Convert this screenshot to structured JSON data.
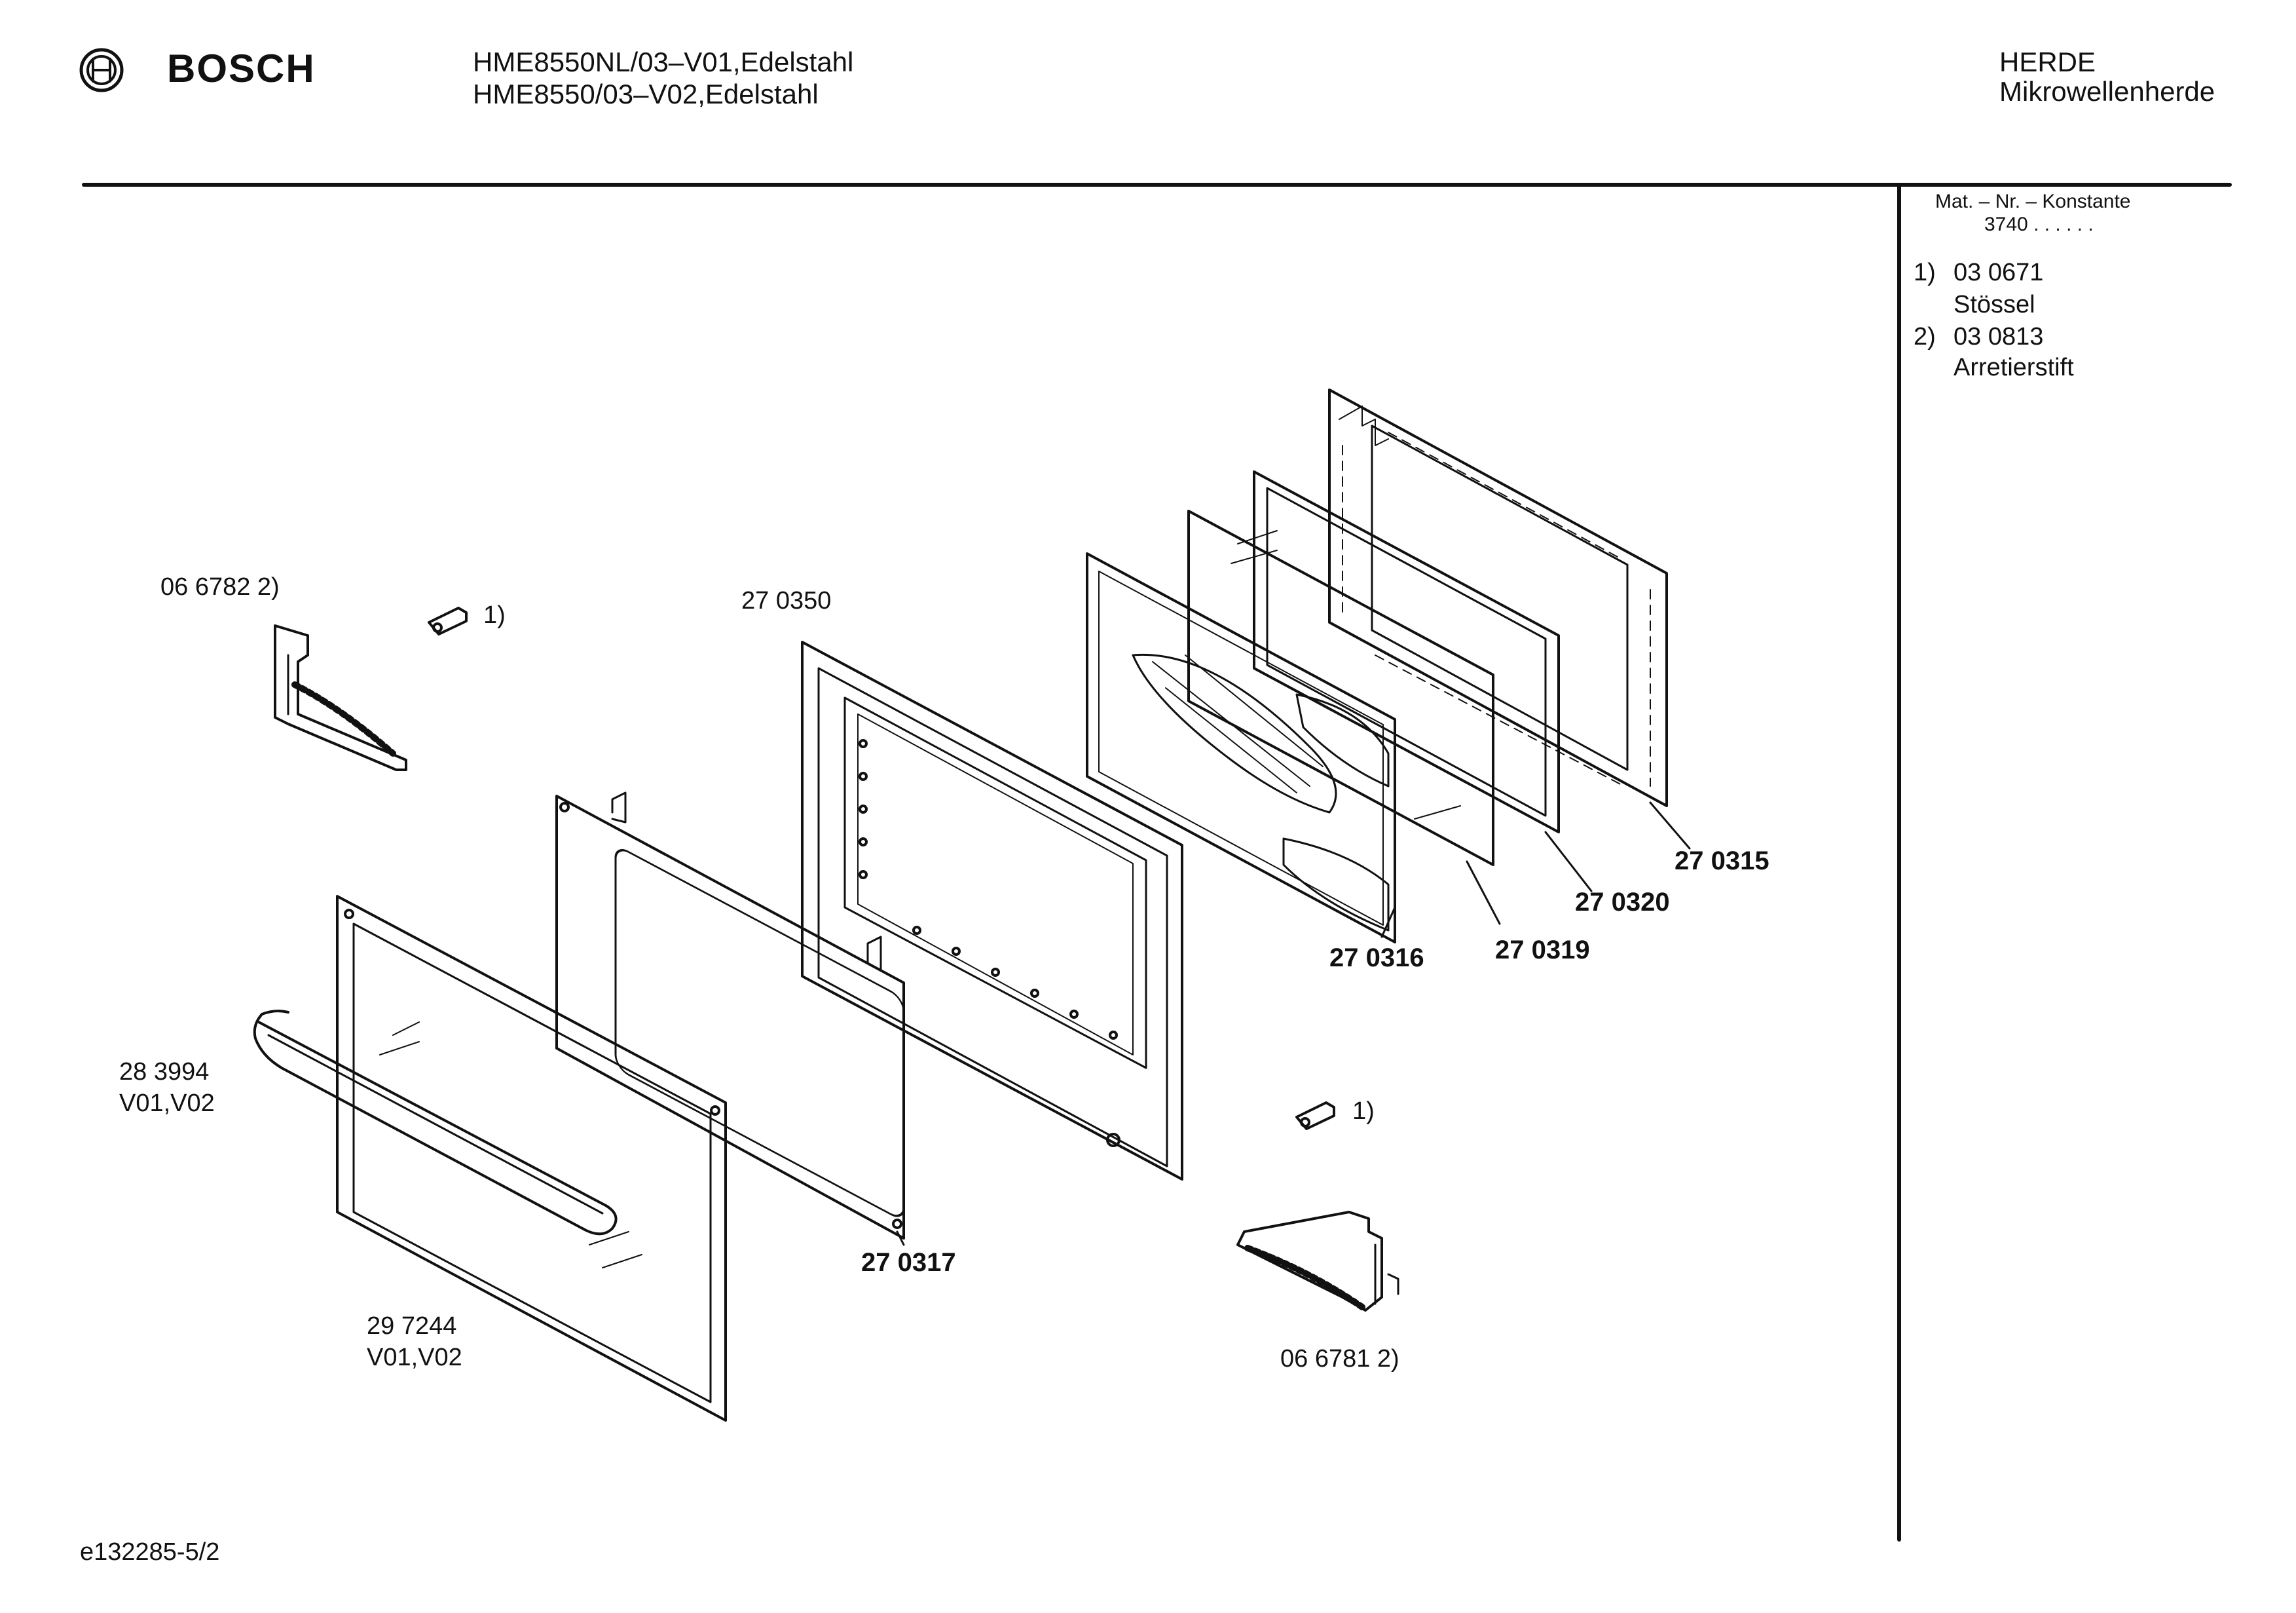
{
  "header": {
    "brand": "BOSCH",
    "model_line_1": "HME8550NL/03–V01,Edelstahl",
    "model_line_2": "HME8550/03–V02,Edelstahl",
    "category_1": "HERDE",
    "category_2": "Mikrowellenherde"
  },
  "sidebar": {
    "heading": "Mat. – Nr. – Konstante",
    "constant": "3740 . .   . . . .",
    "notes": [
      {
        "marker": "1)",
        "number": "03 0671",
        "name": "Stössel"
      },
      {
        "marker": "2)",
        "number": "03 0813",
        "name": "Arretierstift"
      }
    ]
  },
  "labels": {
    "p066782": "06 6782 2)",
    "pin_top": "1)",
    "p270350": "27 0350",
    "p283994": "28 3994",
    "p283994_var": "V01,V02",
    "p297244": "29 7244",
    "p297244_var": "V01,V02",
    "p270317": "27 0317",
    "p270316": "27 0316",
    "p270319": "27 0319",
    "p270320": "27 0320",
    "p270315": "27 0315",
    "pin_bottom": "1)",
    "p066781": "06 6781 2)"
  },
  "footer": {
    "doc_id": "e132285-5/2"
  }
}
